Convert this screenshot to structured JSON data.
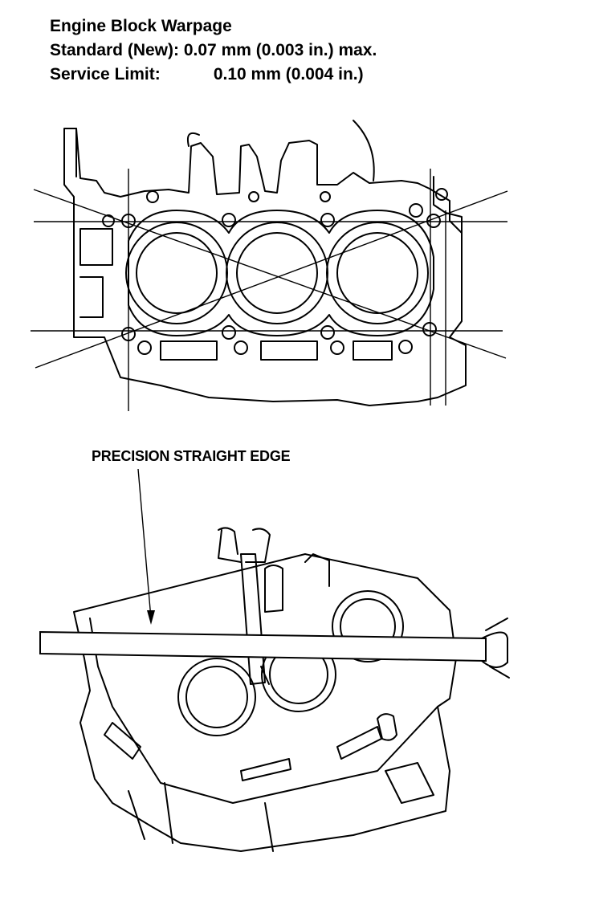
{
  "spec": {
    "title": "Engine Block Warpage",
    "standard_label": "Standard (New):",
    "standard_value": "0.07 mm (0.003 in.) max.",
    "limit_label": "Service Limit:",
    "limit_value": "0.10 mm (0.004 in.)"
  },
  "callouts": {
    "straight_edge": "PRECISION STRAIGHT EDGE"
  }
}
